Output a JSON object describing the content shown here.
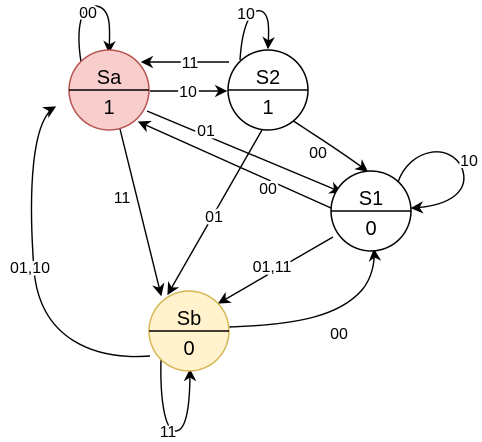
{
  "colors": {
    "sa_fill": "#f8cecc",
    "sa_stroke": "#b85450",
    "sb_fill": "#fff2cc",
    "sb_stroke": "#d6b656",
    "default_fill": "#ffffff",
    "default_stroke": "#000000"
  },
  "states": {
    "sa": {
      "name": "Sa",
      "output": "1"
    },
    "s2": {
      "name": "S2",
      "output": "1"
    },
    "s1": {
      "name": "S1",
      "output": "0"
    },
    "sb": {
      "name": "Sb",
      "output": "0"
    }
  },
  "transitions": {
    "sa_self": "00",
    "s2_self": "10",
    "s1_self": "10",
    "sb_self": "11",
    "s2_to_sa": "11",
    "sa_to_s2": "10",
    "sa_to_s1": "01",
    "s1_to_sa": "00",
    "s2_to_s1": "00",
    "s2_to_sb": "01",
    "sa_to_sb": "11",
    "s1_to_sb": "01,11",
    "sb_to_sa": "01,10",
    "sb_to_s1": "00"
  }
}
